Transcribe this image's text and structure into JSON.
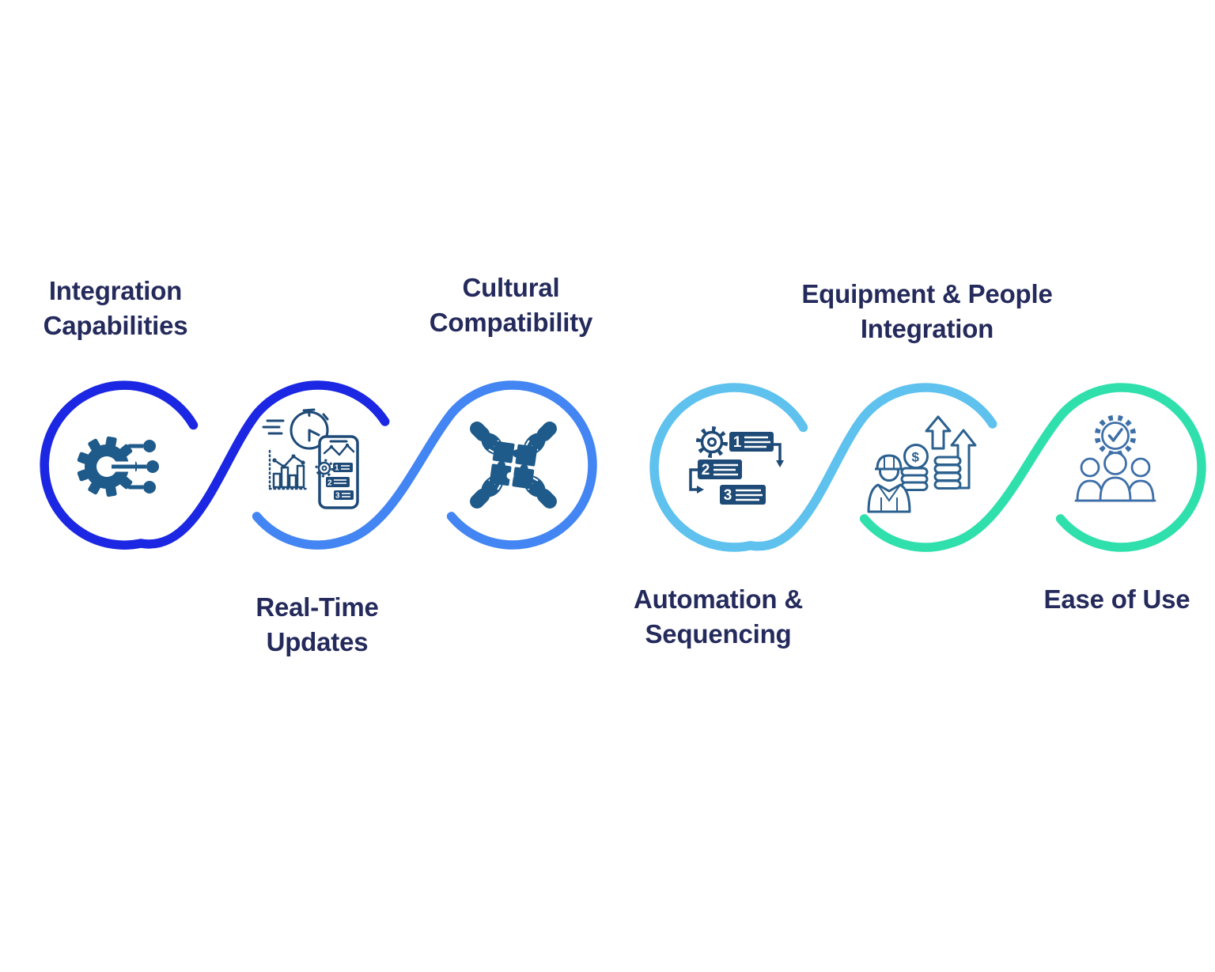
{
  "diagram": {
    "items": [
      {
        "label": "Integration\nCapabilities",
        "label_position": "top",
        "icon": "gear-circuit"
      },
      {
        "label": "Real-Time\nUpdates",
        "label_position": "bottom",
        "icon": "stopwatch-phone-chart"
      },
      {
        "label": "Cultural\nCompatibility",
        "label_position": "top",
        "icon": "puzzle-hands"
      },
      {
        "label": "Automation &\nSequencing",
        "label_position": "bottom",
        "icon": "gear-numbered-steps"
      },
      {
        "label": "Equipment & People\nIntegration",
        "label_position": "top",
        "icon": "worker-coins-growth-arrows"
      },
      {
        "label": "Ease of Use",
        "label_position": "bottom",
        "icon": "badge-check-people"
      }
    ]
  },
  "icon_text": {
    "sequence_steps": [
      "1",
      "2",
      "3"
    ],
    "phone_steps": [
      "1",
      "2",
      "3"
    ],
    "currency": "$"
  },
  "colors": {
    "ribbon_royal_blue": "#1B27E2",
    "ribbon_medium_blue": "#4285F3",
    "ribbon_sky_blue": "#5EC1EE",
    "ribbon_teal": "#2FE0AC",
    "label_text": "#242A5B",
    "icon_solid_blue": "#1E5A8A",
    "icon_outline_dark": "#1E4A77",
    "icon_outline_steel": "#2B608F",
    "icon_outline_light": "#3E6FA8",
    "background": "#FFFFFF"
  }
}
